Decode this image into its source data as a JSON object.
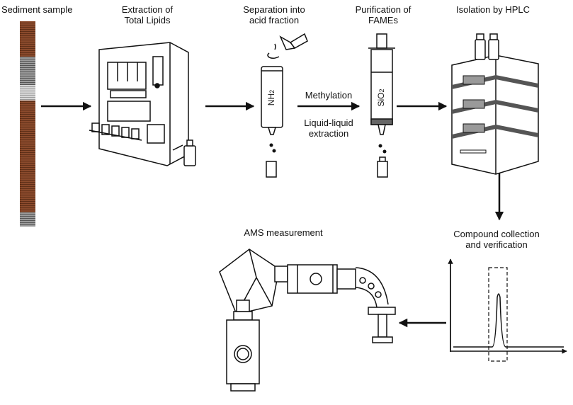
{
  "steps": {
    "sediment": {
      "label": "Sediment sample"
    },
    "extraction": {
      "line1": "Extraction of",
      "line2": "Total Lipids"
    },
    "separation": {
      "line1": "Separation into",
      "line2": "acid fraction",
      "cartridge_main": "NH",
      "cartridge_sub": "2"
    },
    "methylation": {
      "label": "Methylation",
      "line1": "Liquid-liquid",
      "line2": "extraction"
    },
    "purification": {
      "line1": "Purification of",
      "line2": "FAMEs",
      "cartridge_main": "SiO",
      "cartridge_sub": "2"
    },
    "hplc": {
      "label": "Isolation by HPLC"
    },
    "collection": {
      "line1": "Compound collection",
      "line2": "and verification"
    },
    "ams": {
      "label": "AMS measurement"
    }
  },
  "colors": {
    "line": "#111111",
    "core_brown": "#8a4a2c",
    "core_grey": "#8c8c8c",
    "hplc_window": "#9a9a9a",
    "hplc_band": "#555555"
  }
}
